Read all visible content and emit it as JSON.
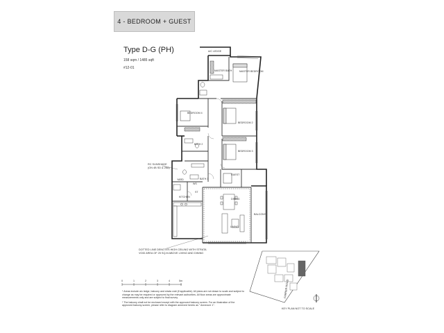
{
  "header": {
    "tab_label": "4 - BEDROOM + GUEST"
  },
  "unit": {
    "type": "Type D-G (PH)",
    "area": "158 sqm / 1485 sqft",
    "number": "#12-01"
  },
  "rooms": {
    "ac_ledge": "A/C LEDGE",
    "master_bath": "MASTER BATH",
    "master_bedroom": "MASTER BEDROOM",
    "bedroom4": "BEDROOM 4",
    "bedroom2": "BEDROOM 2",
    "bedroom3": "BEDROOM 3",
    "bath2": "BATH 2",
    "bath3": "BATH 3",
    "guest": "GUEST",
    "yard": "YARD",
    "kitchen": "KITCHEN",
    "dining": "DINING",
    "living": "LIVING",
    "balcony": "BALCONY",
    "ws": "WS",
    "st": "ST"
  },
  "annotations": {
    "rc_sunshade": "RC SUNSHADE",
    "rc_sunshade_sub": "(ON 4B SD & 26A)",
    "high_ceiling_1": "DOTTED LINE DENOTES HIGH CEILING WITH STRATA",
    "high_ceiling_2": "VOID AREA OF 25 SQ.M ABOVE LIVING AND DINING"
  },
  "scale": {
    "ticks": [
      "0",
      "1",
      "2",
      "3",
      "4",
      "5m"
    ]
  },
  "keyplan": {
    "road": "FARRER ROAD",
    "caption": "KEY PLAN NOT TO SCALE"
  },
  "notes": {
    "n1": "* Areas include a/c ledge, balcony and strata void (if applicable). All plans are not drawn to scale and subject to change as may be required or approved by the relevant authorities. All floor areas are approximate measurements only and are subject to final survey.",
    "n2": "* The balcony shall not be enclosed except with the approved balcony screen. For an illustration of the approved balcony screen, please refer to diagram annexed hereto as \" Annexure 1\"."
  }
}
